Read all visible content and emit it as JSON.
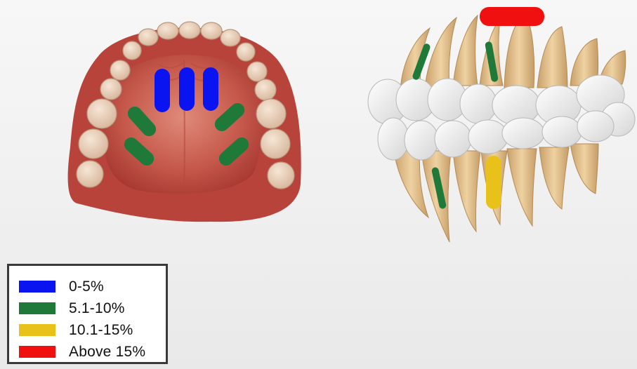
{
  "legend": {
    "items": [
      {
        "label": "0-5%",
        "color": "#0a14f0"
      },
      {
        "label": "5.1-10%",
        "color": "#1f7a3a"
      },
      {
        "label": "10.1-15%",
        "color": "#e8c21a"
      },
      {
        "label": "Above 15%",
        "color": "#f01010"
      }
    ]
  },
  "colors": {
    "gingiva": "#b8433a",
    "palate": "#c85a4d",
    "tooth_crown": "#f2f2f2",
    "tooth_root": "#e3c08a",
    "palatal_tooth": "#e7cdb8"
  },
  "markers": {
    "palatal_view": [
      {
        "category": "0-5%",
        "count": 3
      },
      {
        "category": "5.1-10%",
        "count": 4
      }
    ],
    "arch_view": [
      {
        "category": "5.1-10%",
        "count": 3
      },
      {
        "category": "10.1-15%",
        "count": 1
      },
      {
        "category": "Above 15%",
        "count": 1
      }
    ]
  }
}
